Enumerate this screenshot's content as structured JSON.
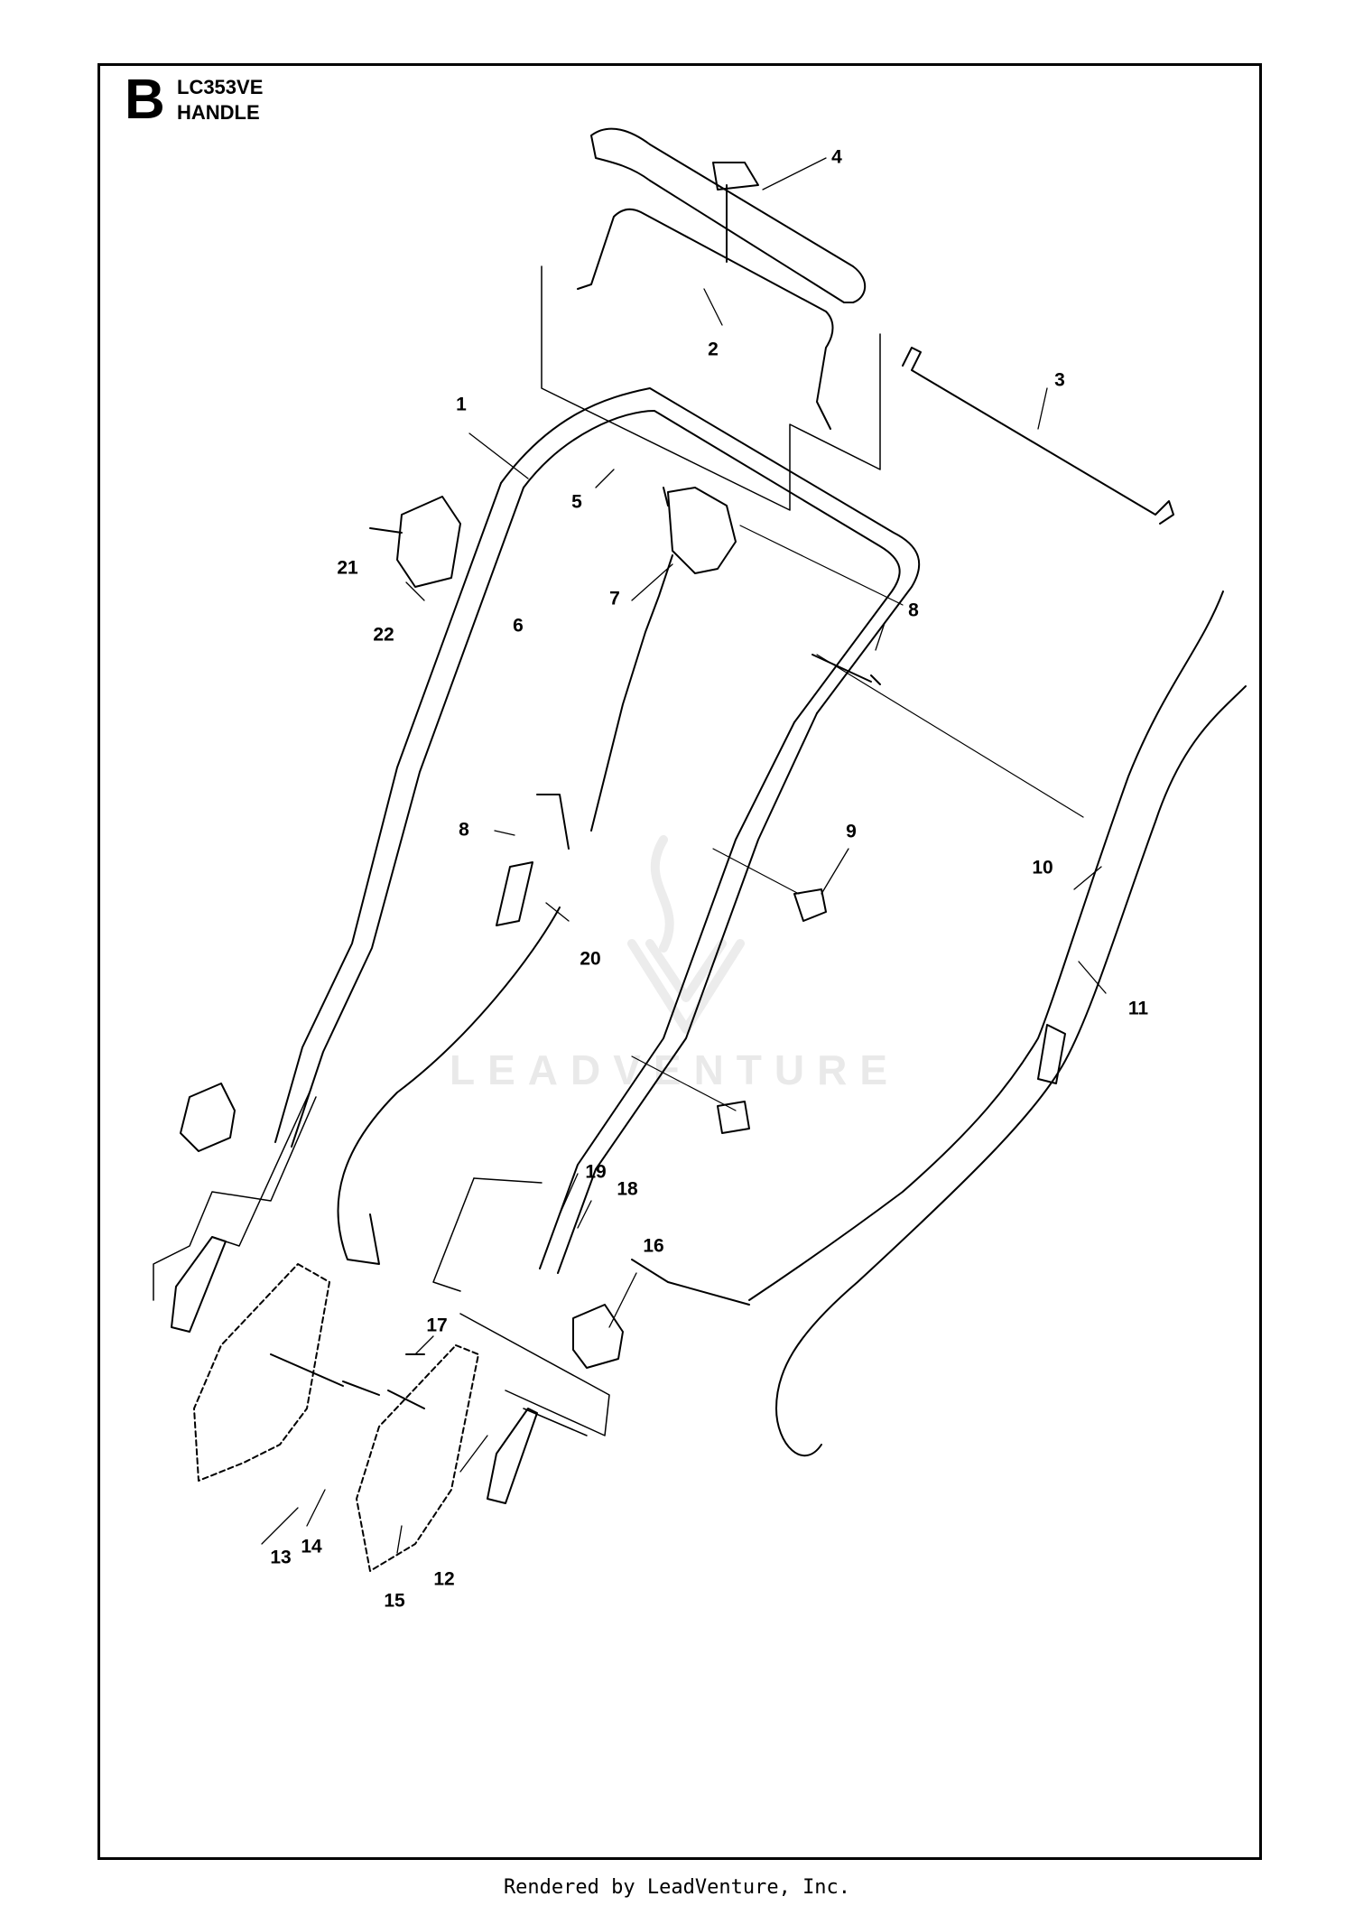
{
  "header": {
    "section_letter": "B",
    "model": "LC353VE",
    "title": "HANDLE"
  },
  "callouts": [
    {
      "id": "c1",
      "text": "1"
    },
    {
      "id": "c2",
      "text": "2"
    },
    {
      "id": "c3",
      "text": "3"
    },
    {
      "id": "c4",
      "text": "4"
    },
    {
      "id": "c5",
      "text": "5"
    },
    {
      "id": "c6",
      "text": "6"
    },
    {
      "id": "c7",
      "text": "7"
    },
    {
      "id": "c8a",
      "text": "8"
    },
    {
      "id": "c8b",
      "text": "8"
    },
    {
      "id": "c9",
      "text": "9"
    },
    {
      "id": "c10",
      "text": "10"
    },
    {
      "id": "c11",
      "text": "11"
    },
    {
      "id": "c12",
      "text": "12"
    },
    {
      "id": "c13",
      "text": "13"
    },
    {
      "id": "c14",
      "text": "14"
    },
    {
      "id": "c15",
      "text": "15"
    },
    {
      "id": "c16",
      "text": "16"
    },
    {
      "id": "c17",
      "text": "17"
    },
    {
      "id": "c18",
      "text": "18"
    },
    {
      "id": "c19",
      "text": "19"
    },
    {
      "id": "c20",
      "text": "20"
    },
    {
      "id": "c21",
      "text": "21"
    },
    {
      "id": "c22",
      "text": "22"
    }
  ],
  "watermark": "LEADVENTURE",
  "footer": "Rendered by LeadVenture, Inc."
}
